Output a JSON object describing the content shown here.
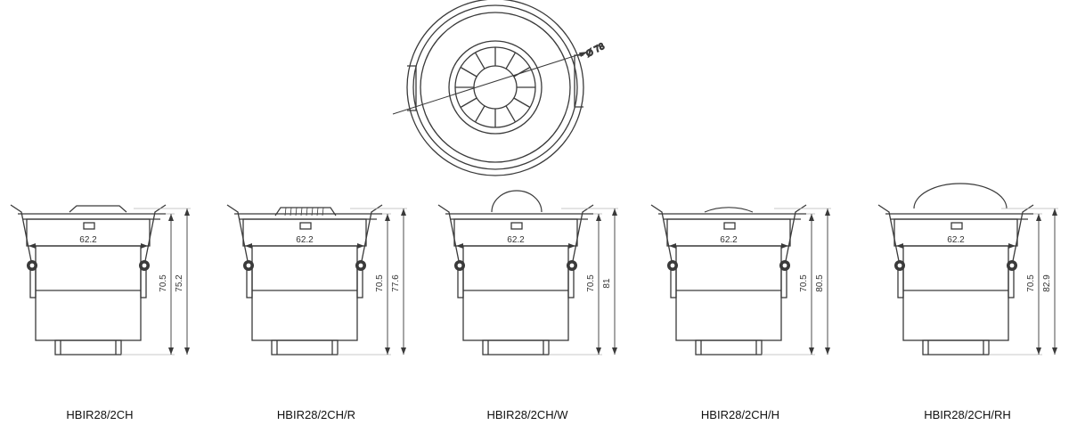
{
  "top_view": {
    "diameter_label": "Ø 78"
  },
  "variants": [
    {
      "name": "HBIR28/2CH",
      "width_label": "62.2",
      "body_height_label": "70.5",
      "total_height_label": "75.2",
      "dome": "flat"
    },
    {
      "name": "HBIR28/2CH/R",
      "width_label": "62.2",
      "body_height_label": "70.5",
      "total_height_label": "77.6",
      "dome": "ribbed"
    },
    {
      "name": "HBIR28/2CH/W",
      "width_label": "62.2",
      "body_height_label": "70.5",
      "total_height_label": "81",
      "dome": "small"
    },
    {
      "name": "HBIR28/2CH/H",
      "width_label": "62.2",
      "body_height_label": "70.5",
      "total_height_label": "80.5",
      "dome": "wide"
    },
    {
      "name": "HBIR28/2CH/RH",
      "width_label": "62.2",
      "body_height_label": "70.5",
      "total_height_label": "82.9",
      "dome": "large"
    }
  ],
  "colors": {
    "line": "#3a3a3a",
    "light_line": "#b8b8b8",
    "background": "#ffffff"
  }
}
